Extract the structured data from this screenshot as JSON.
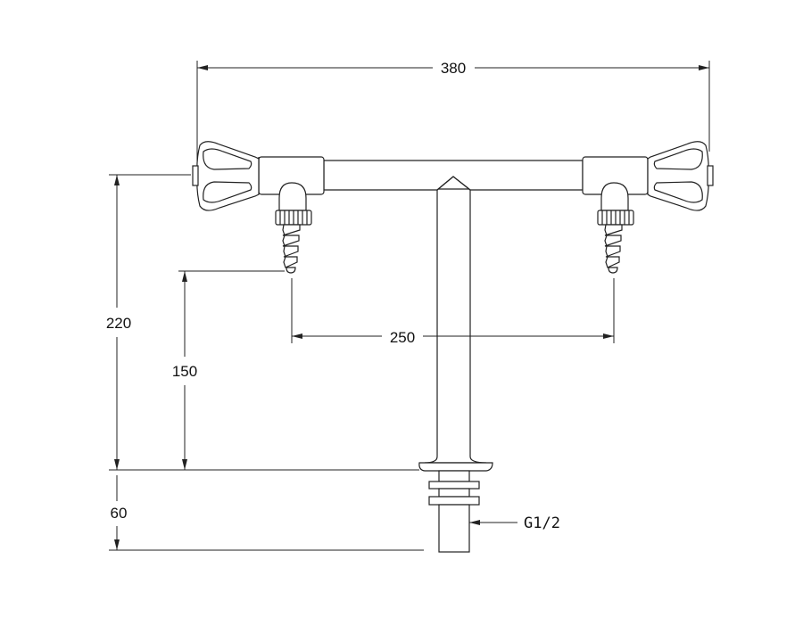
{
  "dimensions": {
    "overall_width": "380",
    "nozzle_spacing": "250",
    "height_to_handles": "220",
    "height_to_nozzles": "150",
    "shank_length": "60",
    "thread_size": "G1/2"
  }
}
